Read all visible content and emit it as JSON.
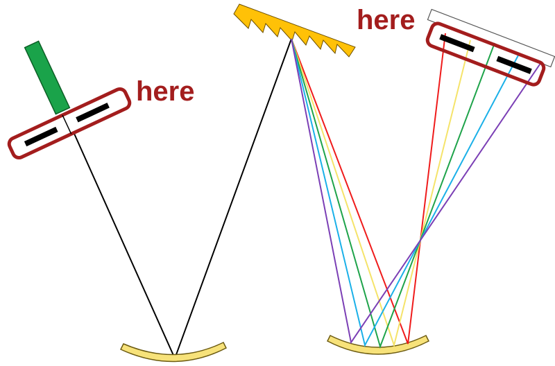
{
  "labels": {
    "left": "here",
    "right": "here"
  },
  "colors": {
    "label": "#a31d1d",
    "frame": "#a31d1d",
    "slit_bar": "#000000",
    "fiber": "#1aa34a",
    "fiber_outline": "#0b5e25",
    "grating": "#ffc107",
    "mirror": "#f7e27a",
    "mirror_outline": "#6b5a10",
    "beam": "#000000",
    "detector_outline": "#555555"
  },
  "spectrum": [
    {
      "name": "red",
      "color": "#ef1b1b"
    },
    {
      "name": "yellow",
      "color": "#f5e36a"
    },
    {
      "name": "green",
      "color": "#1ea34a"
    },
    {
      "name": "blue",
      "color": "#1ab0e8"
    },
    {
      "name": "violet",
      "color": "#7b3fb5"
    }
  ]
}
